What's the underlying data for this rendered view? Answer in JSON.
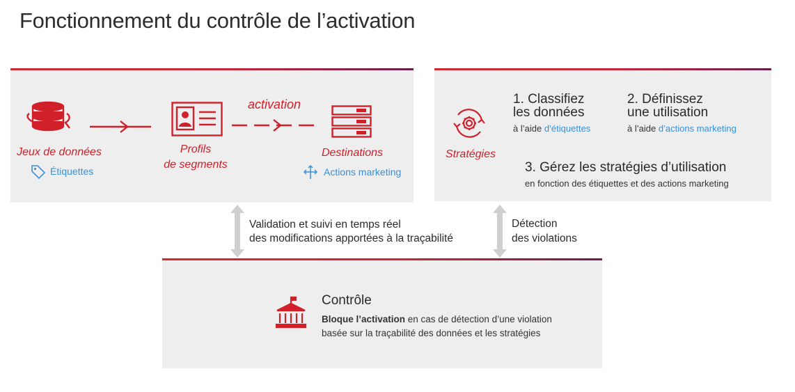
{
  "title": "Fonctionnement du contrôle de l’activation",
  "activation_panel": {
    "datasets": {
      "label": "Jeux de données",
      "sub_label": "Étiquettes",
      "icon": "database-icon",
      "sub_icon": "tag-icon"
    },
    "profiles": {
      "label_line1": "Profils",
      "label_line2": "de segments",
      "icon": "profile-card-icon"
    },
    "flow_label": "activation",
    "destinations": {
      "label": "Destinations",
      "sub_label": "Actions marketing",
      "icon": "server-stack-icon",
      "sub_icon": "marketing-actions-icon"
    }
  },
  "policies_panel": {
    "label": "Stratégies",
    "icon": "policy-cycle-gear-icon",
    "step1": {
      "title_line1": "1. Classifiez",
      "title_line2": "les données",
      "sub_prefix": "à l’aide ",
      "sub_link": "d’étiquettes"
    },
    "step2": {
      "title_line1": "2. Définissez",
      "title_line2": "une utilisation",
      "sub_prefix": "à l’aide ",
      "sub_link": "d’actions marketing"
    },
    "step3": {
      "title": "3. Gérez les stratégies d’utilisation",
      "sub": "en fonction des étiquettes et des actions marketing"
    }
  },
  "connectors": {
    "left": {
      "line1": "Validation et suivi en temps réel",
      "line2": "des modifications apportées à la traçabilité"
    },
    "right": {
      "line1": "Détection",
      "line2": "des violations"
    }
  },
  "enforcement_panel": {
    "icon": "courthouse-icon",
    "title": "Contrôle",
    "bold_text": "Bloque l’activation",
    "text_rest": " en cas de détection d’une violation",
    "line2": "basée sur la traçabilité des données et les stratégies"
  },
  "colors": {
    "accent_red": "#d0202a",
    "link_blue": "#3b8fd6",
    "panel_grey": "#eeeeee",
    "arrow_grey": "#cfcfcf"
  }
}
